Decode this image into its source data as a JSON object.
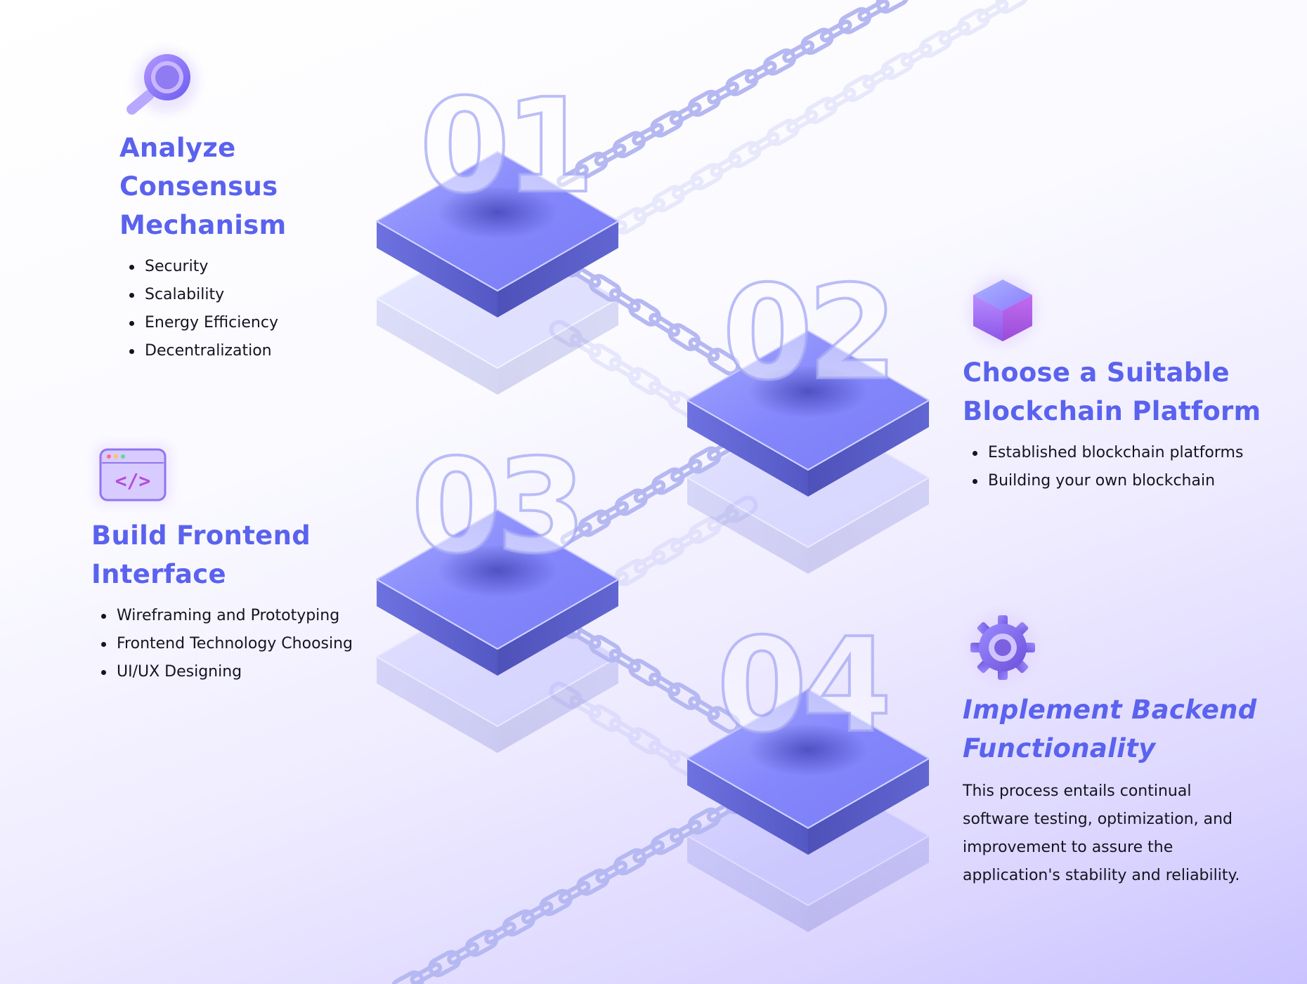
{
  "steps": [
    {
      "number": "01",
      "title_line1": "Analyze Consensus",
      "title_line2": "Mechanism",
      "icon": "magnifying-glass-icon",
      "bullets": [
        "Security",
        "Scalability",
        "Energy Efficiency",
        "Decentralization"
      ]
    },
    {
      "number": "02",
      "title_line1": "Choose a Suitable",
      "title_line2": "Blockchain Platform",
      "icon": "cube-icon",
      "bullets": [
        "Established blockchain platforms",
        "Building your own blockchain"
      ]
    },
    {
      "number": "03",
      "title_line1": "Build Frontend",
      "title_line2": "Interface",
      "icon": "code-window-icon",
      "bullets": [
        "Wireframing and Prototyping",
        "Frontend Technology Choosing",
        "UI/UX Designing"
      ]
    },
    {
      "number": "04",
      "title_line1": "Implement Backend",
      "title_line2": "Functionality",
      "icon": "gear-icon",
      "description": "This process entails continual software testing, optimization, and improvement to assure the application's stability and reliability."
    }
  ],
  "colors": {
    "title": "#5a62ee",
    "platform_top": "#8a8dff",
    "platform_side": "#5b5ec9",
    "chain": "#b6b8f2",
    "body_text": "#141422"
  }
}
